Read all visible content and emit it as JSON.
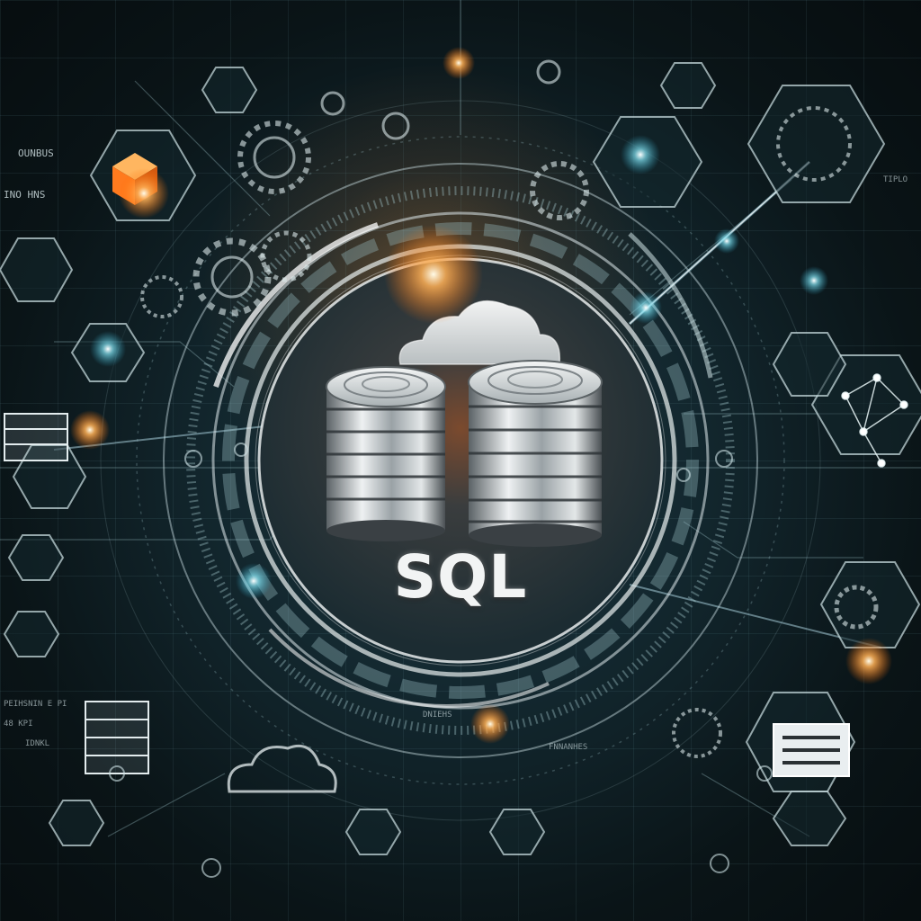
{
  "caption": {
    "text": "SQL"
  },
  "micro_labels": [
    "OUNBUS",
    "INO HNS",
    "PEIHSNIN E PI",
    "48 KPI",
    "IDNKL",
    "TIPLO",
    "DNIEHS",
    "FNNANHES"
  ],
  "colors": {
    "background": "#0b1416",
    "accent_orange": "#ff8a2a",
    "accent_cyan": "#6fd6e6",
    "line": "#9fc3c8",
    "disk_light": "#e6e9ea",
    "disk_dark": "#3a4044"
  },
  "icons": [
    "database-icon",
    "cloud-icon",
    "server-rack-icon",
    "network-node-icon",
    "gear-icon",
    "hexagon-badge-icon"
  ]
}
